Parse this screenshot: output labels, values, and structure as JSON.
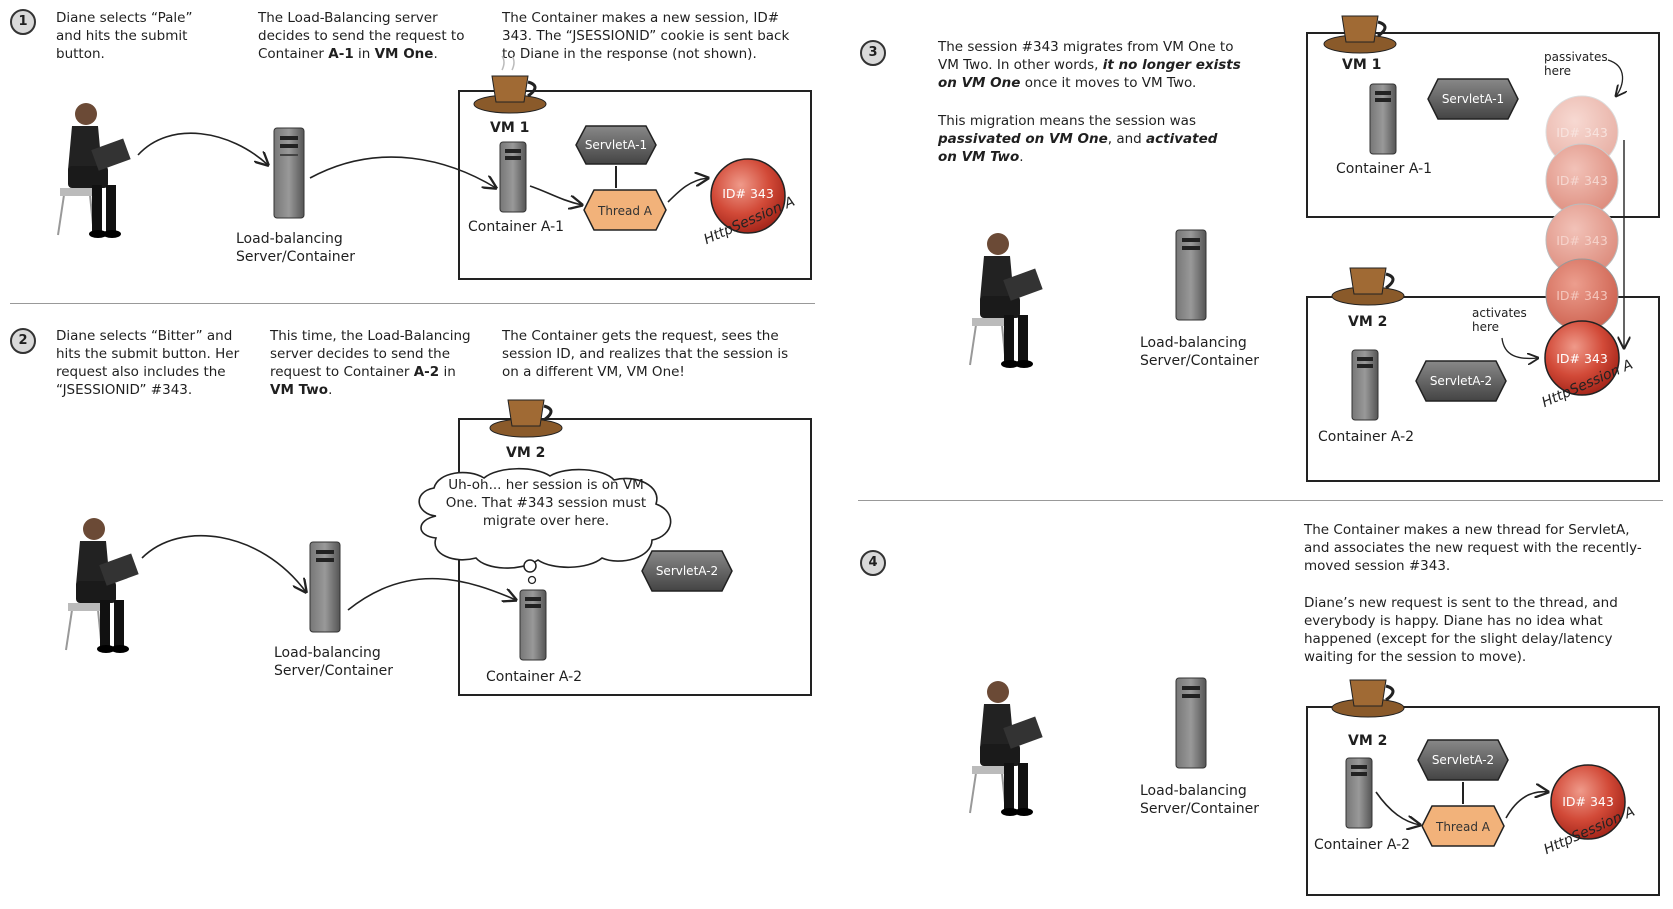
{
  "steps": {
    "s1": {
      "num": "1",
      "text_a": "Diane selects “Pale” and hits the submit button.",
      "text_b_1": "The Load-Balancing server decides to send the request to Container ",
      "text_b_bold1": "A-1",
      "text_b_2": " in ",
      "text_b_bold2": "VM One",
      "text_b_3": ".",
      "text_c": "The Container makes a new session, ID# 343. The “JSESSIONID” cookie is sent back to Diane in the response (not shown).",
      "vm_label": "VM 1",
      "servlet": "ServletA-1",
      "thread": "Thread A",
      "session_id": "ID# 343",
      "session_name": "HttpSession A",
      "container": "Container A-1",
      "lb_label": "Load-balancing Server/Container"
    },
    "s2": {
      "num": "2",
      "text_a": "Diane selects “Bitter” and hits the submit button. Her request also includes the “JSESSIONID” #343.",
      "text_b_1": "This time, the Load-Balancing server decides to send the request to Container ",
      "text_b_bold1": "A-2",
      "text_b_2": " in ",
      "text_b_bold2": "VM Two",
      "text_b_3": ".",
      "text_c": "The Container gets the request, sees the session ID, and realizes that the session is on a different VM, VM One!",
      "vm_label": "VM 2",
      "thought": "Uh-oh... her session is on VM One. That #343 session must migrate over here.",
      "servlet": "ServletA-2",
      "container": "Container A-2",
      "lb_label": "Load-balancing Server/Container"
    },
    "s3": {
      "num": "3",
      "p1_1": "The session #343 migrates from VM One to VM Two. In other words, ",
      "p1_bi": "it no longer exists on VM One",
      "p1_2": " once it moves to VM Two.",
      "p2_1": "This migration means the session was ",
      "p2_bi1": "passivated on VM One",
      "p2_2": ", and ",
      "p2_bi2": "activated on VM Two",
      "p2_3": ".",
      "vm1_label": "VM 1",
      "vm2_label": "VM 2",
      "servlet1": "ServletA-1",
      "servlet2": "ServletA-2",
      "container1": "Container A-1",
      "container2": "Container A-2",
      "session_id": "ID# 343",
      "session_name": "HttpSession A",
      "passivates": "passivates here",
      "activates": "activates here",
      "lb_label": "Load-balancing Server/Container"
    },
    "s4": {
      "num": "4",
      "p1": "The Container makes a new thread for ServletA, and associates the new request with the recently-moved session #343.",
      "p2": "Diane’s new request is sent to the thread, and everybody is happy. Diane has no idea what happened (except for the slight delay/latency waiting for the session to move).",
      "vm_label": "VM 2",
      "servlet": "ServletA-2",
      "thread": "Thread A",
      "session_id": "ID# 343",
      "session_name": "HttpSession A",
      "container": "Container A-2",
      "lb_label": "Load-balancing Server/Container"
    }
  },
  "colors": {
    "session_red": "#c0392b",
    "servlet_gray": "#555555",
    "thread_orange": "#f0b070",
    "frame": "#222222"
  }
}
